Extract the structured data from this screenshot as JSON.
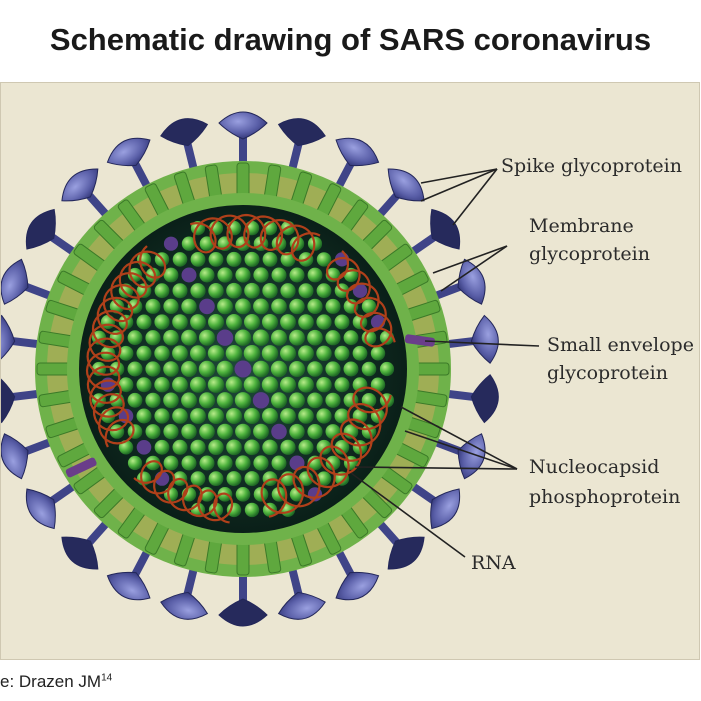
{
  "title": "Schematic drawing of SARS coronavirus",
  "labels": {
    "spike": "Spike glycoprotein",
    "membrane_1": "Membrane",
    "membrane_2": "glycoprotein",
    "envelope_1": "Small envelope",
    "envelope_2": "glycoprotein",
    "nucleocapsid_1": "Nucleocapsid",
    "nucleocapsid_2": "phosphoprotein",
    "rna": "RNA"
  },
  "caption": {
    "text": "e: Drazen JM",
    "superscript": "14"
  },
  "colors": {
    "panel": "#ebe6d2",
    "spike": "#5a5fa8",
    "spike_dark": "#262a5c",
    "membrane": "#6fb24a",
    "envelope_band": "#9aa84a",
    "core": "#0f2a22",
    "ribonucleoprotein": "#46b040",
    "rna": "#b0401a"
  }
}
